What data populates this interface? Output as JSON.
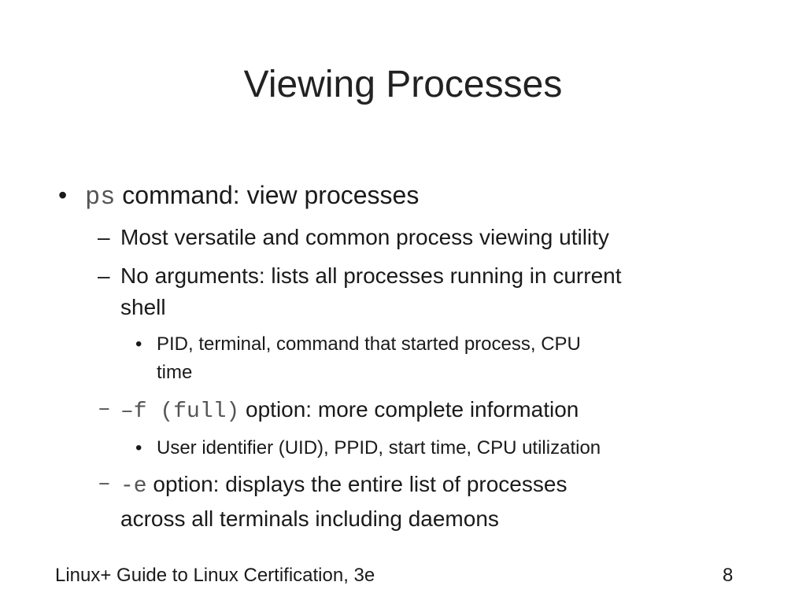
{
  "slide": {
    "title": "Viewing Processes",
    "bullets": {
      "b1": {
        "marker": "•",
        "code": "ps",
        "text": "command: view processes"
      },
      "b1_1": {
        "marker": "–",
        "text": "Most versatile and common process viewing utility"
      },
      "b1_2": {
        "marker": "–",
        "text_line1": "No arguments: lists all processes running in current",
        "text_line2": "shell"
      },
      "b1_2_1": {
        "marker": "•",
        "text_line1": "PID, terminal, command that started process, CPU",
        "text_line2": "time"
      },
      "b1_3": {
        "marker": "–",
        "code": "–f (full)",
        "text": "option: more complete information"
      },
      "b1_3_1": {
        "marker": "•",
        "text": "User identifier (UID), PPID, start time, CPU utilization"
      },
      "b1_4": {
        "marker": "–",
        "code": "-e",
        "text_line1": "option: displays the entire list of processes",
        "text_line2": "across all terminals including daemons"
      }
    },
    "footer": {
      "source": "Linux+ Guide to Linux Certification, 3e",
      "page_number": "8"
    }
  }
}
